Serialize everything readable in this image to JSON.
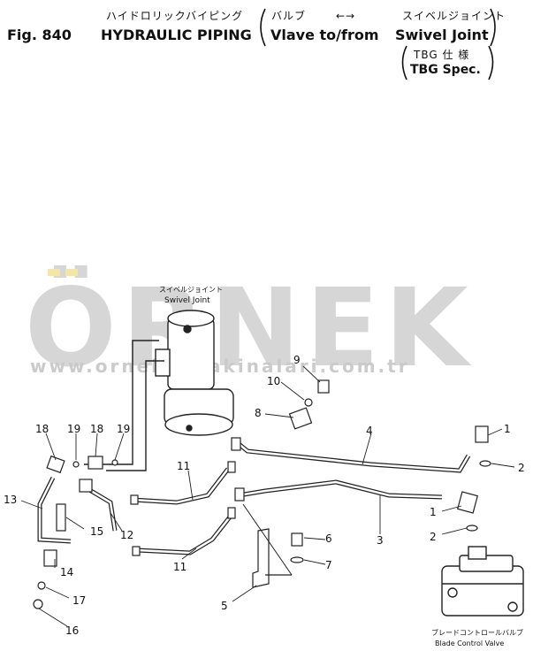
{
  "header": {
    "japanese_title": "ハイドロリックバイピング",
    "fig_label": "Fig. 840",
    "title": "HYDRAULIC PIPING",
    "valve_ja": "バルブ",
    "arrow": "←→",
    "swivel_ja": "スイベルジョイント",
    "route_text": "Vlave to/from",
    "swivel_en": "Swivel Joint",
    "spec_ja": "TBG 仕 様",
    "spec_en": "TBG Spec."
  },
  "watermark": {
    "brand": "ÖRNEK",
    "url": "www.ornekismakinalari.com.tr",
    "accent_color": "#f2e6a8",
    "color": "#cfcfcf"
  },
  "components": {
    "swivel_joint_ja": "スイベルジョイント",
    "swivel_joint_en": "Swivel Joint",
    "blade_valve_ja": "ブレードコントロールバルブ",
    "blade_valve_en": "Blade Control Valve"
  },
  "callouts": [
    "18",
    "19",
    "18",
    "19",
    "13",
    "11",
    "12",
    "15",
    "14",
    "17",
    "16",
    "11",
    "9",
    "10",
    "8",
    "4",
    "1",
    "2",
    "3",
    "1",
    "2",
    "6",
    "7",
    "5"
  ]
}
